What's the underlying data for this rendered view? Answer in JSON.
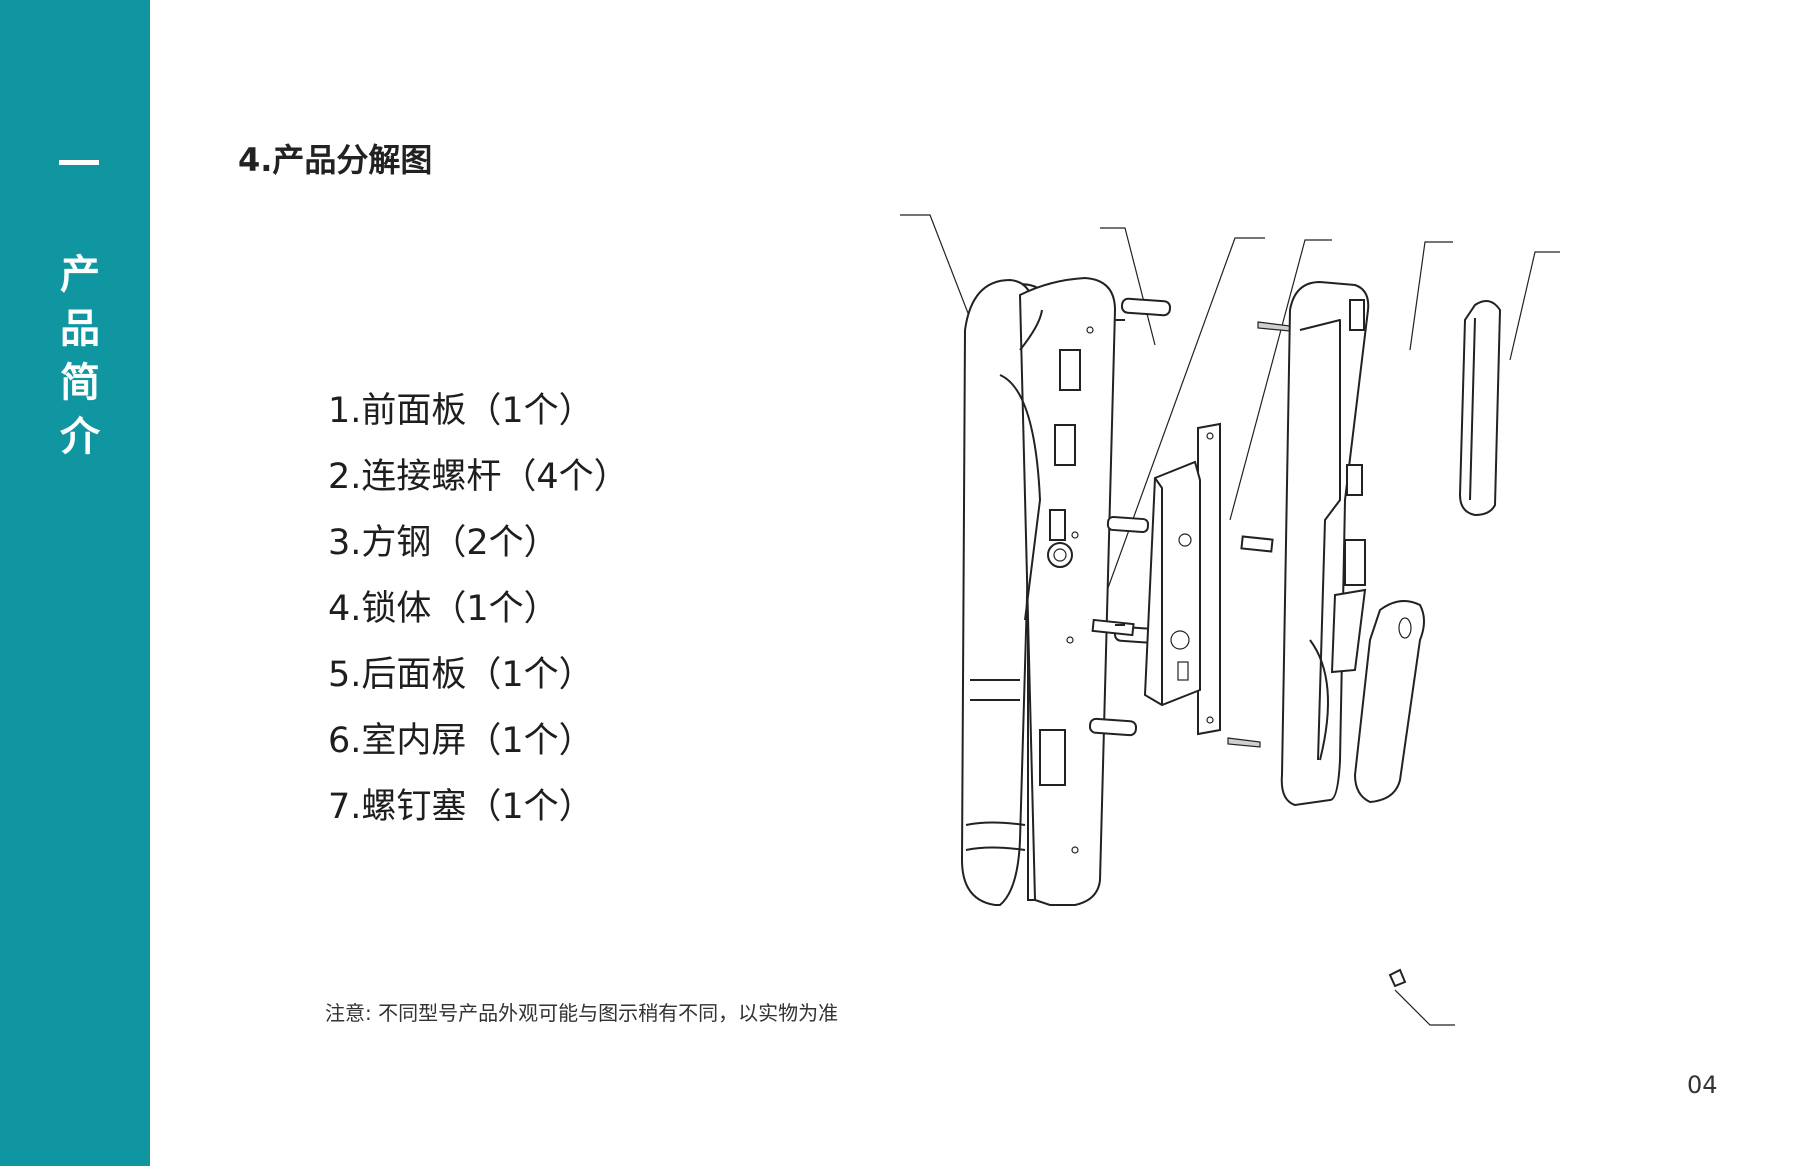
{
  "sidebar": {
    "chapter_mark": "一",
    "title_chars": [
      "产",
      "品",
      "简",
      "介"
    ]
  },
  "section": {
    "title": "4.产品分解图"
  },
  "parts": [
    "1.前面板（1个）",
    "2.连接螺杆（4个）",
    "3.方钢（2个）",
    "4.锁体（1个）",
    "5.后面板（1个）",
    "6.室内屏（1个）",
    "7.螺钉塞（1个）"
  ],
  "note": "注意: 不同型号产品外观可能与图示稍有不同，以实物为准",
  "page_number": "04",
  "colors": {
    "sidebar": "#0f96a0",
    "text": "#1e1e1e"
  }
}
